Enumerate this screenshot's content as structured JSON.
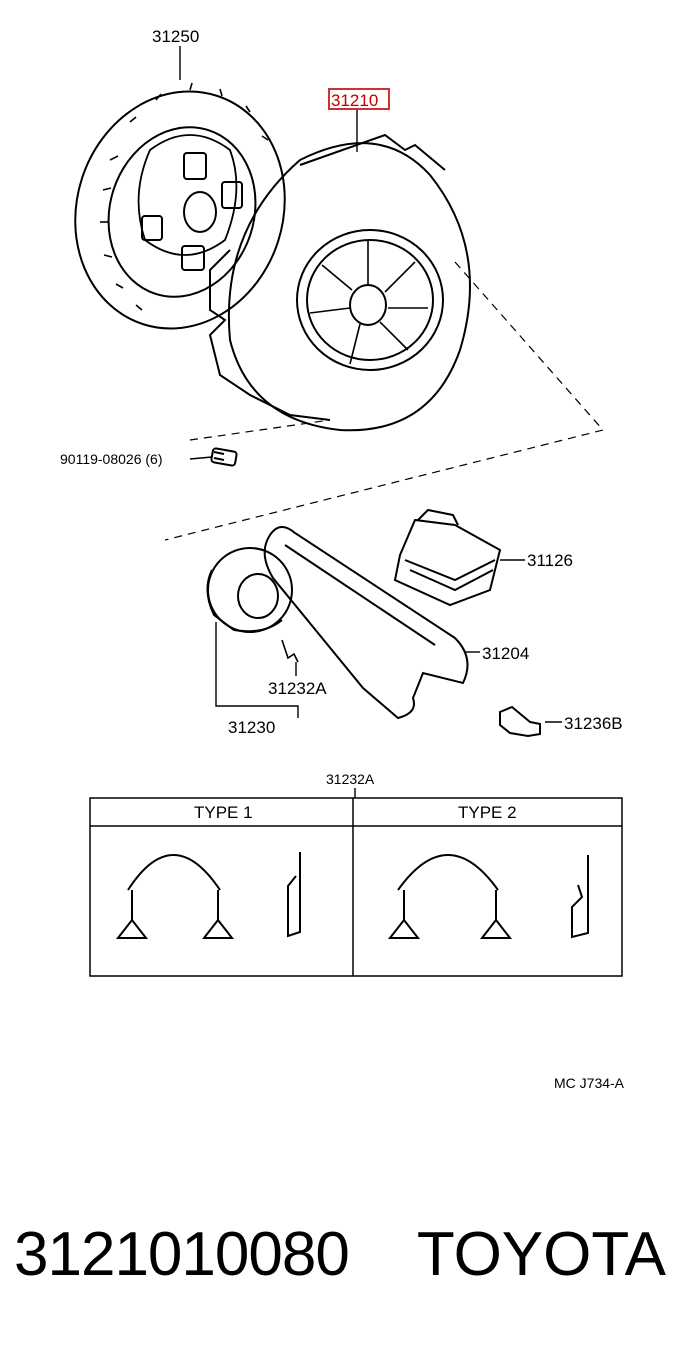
{
  "labels": {
    "disc": "31250",
    "cover": "31210",
    "bolt": "90119-08026 (6)",
    "boot": "31126",
    "fork": "31204",
    "clip_callout": "31232A",
    "bearing": "31230",
    "pivot": "31236B",
    "table_title": "31232A",
    "drawing_code": "MC  J734-A"
  },
  "table": {
    "type1": "TYPE  1",
    "type2": "TYPE  2"
  },
  "highlight_color": "#d32f2f",
  "footer": {
    "part_number": "3121010080",
    "brand": "TOYOTA"
  }
}
